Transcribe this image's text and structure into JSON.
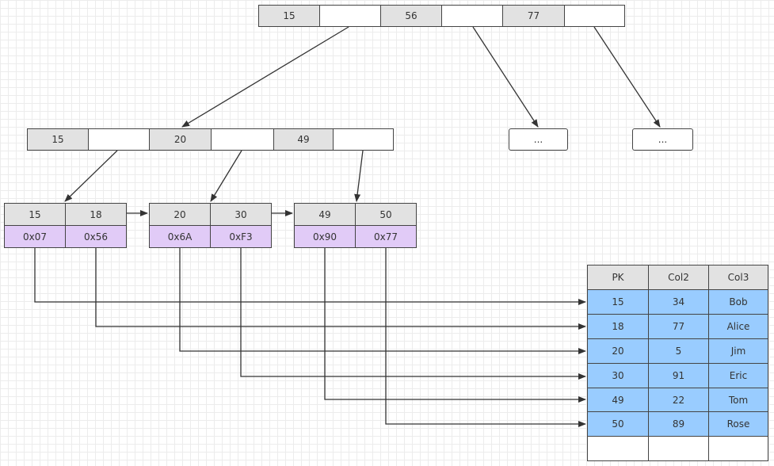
{
  "root": {
    "keys": [
      "15",
      "56",
      "77"
    ]
  },
  "internal": {
    "keys": [
      "15",
      "20",
      "49"
    ]
  },
  "collapsed_nodes": [
    "...",
    "..."
  ],
  "leaves": [
    {
      "keys": [
        "15",
        "18"
      ],
      "addrs": [
        "0x07",
        "0x56"
      ]
    },
    {
      "keys": [
        "20",
        "30"
      ],
      "addrs": [
        "0x6A",
        "0xF3"
      ]
    },
    {
      "keys": [
        "49",
        "50"
      ],
      "addrs": [
        "0x90",
        "0x77"
      ]
    }
  ],
  "table": {
    "headers": [
      "PK",
      "Col2",
      "Col3"
    ],
    "rows": [
      [
        "15",
        "34",
        "Bob"
      ],
      [
        "18",
        "77",
        "Alice"
      ],
      [
        "20",
        "5",
        "Jim"
      ],
      [
        "30",
        "91",
        "Eric"
      ],
      [
        "49",
        "22",
        "Tom"
      ],
      [
        "50",
        "89",
        "Rose"
      ]
    ]
  },
  "colors": {
    "key_fill": "#e2e2e2",
    "address_fill": "#e1cbf7",
    "row_fill": "#99ccff",
    "border": "#444444"
  }
}
